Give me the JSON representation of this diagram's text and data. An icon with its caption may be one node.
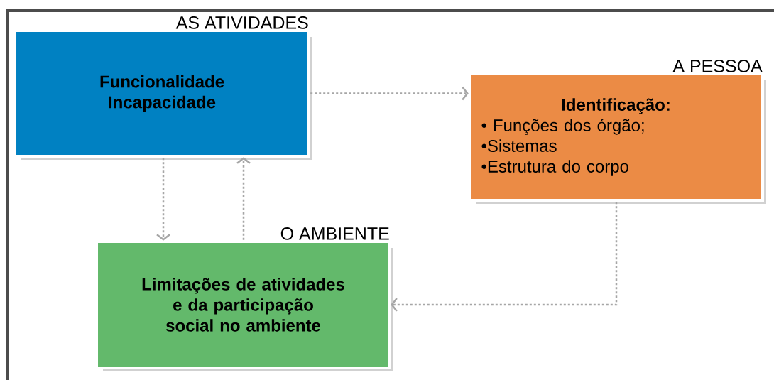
{
  "diagram": {
    "nodes": [
      {
        "text": [
          "AS ATIVIDADES",
          "Funcionalidade Incapacidade"
        ]
      },
      {
        "text": [
          "A PESSOA",
          "Identificação:",
          "• Funções dos órgão;",
          "•Sistemas",
          "•Estrutura do corpo"
        ]
      },
      {
        "text": [
          "O AMBIENTE",
          "Limitações de atividades e da participação social no ambiente"
        ]
      }
    ],
    "edges": [
      {
        "from": 0,
        "to": 1,
        "arrow": "to"
      },
      {
        "from": 0,
        "to": 2,
        "arrow": "to"
      },
      {
        "from": 2,
        "to": 0,
        "arrow": "to"
      },
      {
        "from": 1,
        "to": 2,
        "arrow": "to"
      }
    ]
  }
}
